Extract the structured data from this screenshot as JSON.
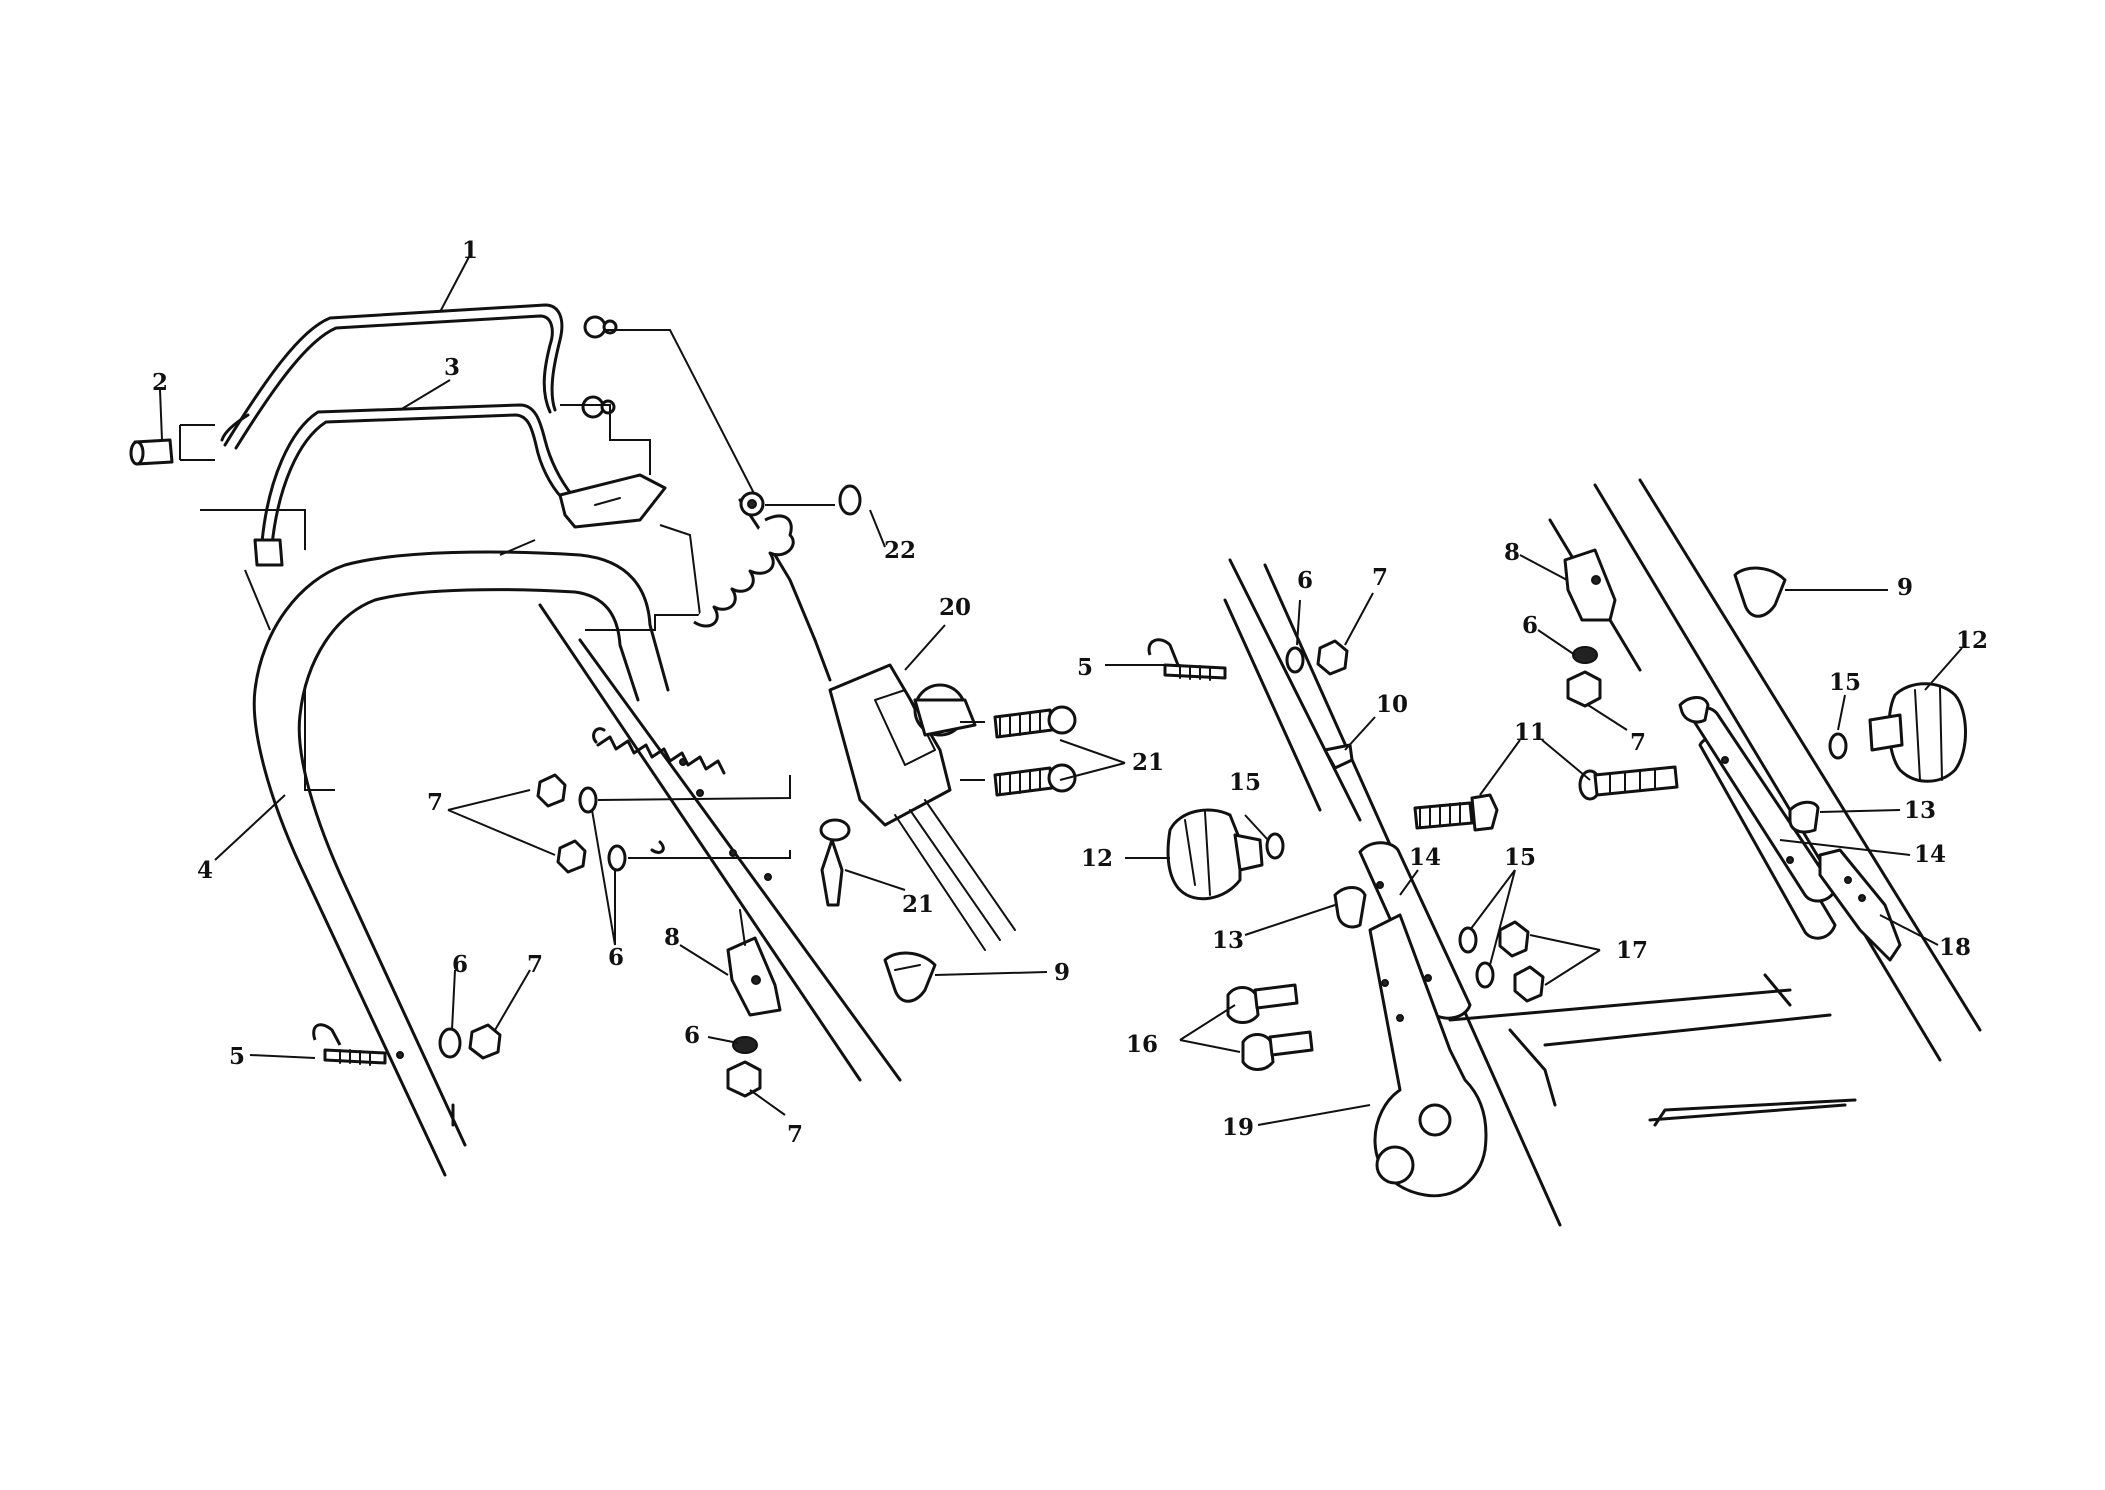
{
  "labels": [
    "1",
    "2",
    "3",
    "4",
    "5",
    "6",
    "7",
    "8",
    "9",
    "10",
    "11",
    "12",
    "13",
    "14",
    "15",
    "16",
    "17",
    "18",
    "19",
    "20",
    "21",
    "22"
  ],
  "colors": {
    "ink": "#111111",
    "paper": "#ffffff"
  }
}
